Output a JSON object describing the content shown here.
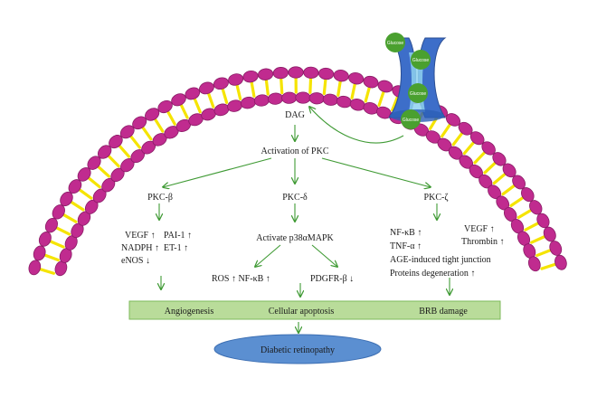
{
  "colors": {
    "membrane_outer": "#c02b8f",
    "membrane_inner": "#8a1c66",
    "lipid_tail": "#f5e400",
    "arrow": "#3f9a34",
    "bar_fill": "#b9dc9a",
    "bar_stroke": "#7dba5b",
    "ellipse_fill": "#5b8fd1",
    "ellipse_stroke": "#3d6fb3",
    "transporter": "#3d6ec9",
    "transporter_core": "#8ed1ee",
    "glucose": "#4aa02f"
  },
  "glucose_label": "Glucose",
  "nodes": {
    "dag": "DAG",
    "activation_pkc": "Activation of PKC",
    "pkc_beta": "PKC-β",
    "pkc_delta": "PKC-δ",
    "pkc_zeta": "PKC-ζ",
    "activate_p38": "Activate p38αMAPK",
    "vegf_left": "VEGF ↑",
    "pai1": "PAI-1 ↑",
    "nadph": "NADPH ↑",
    "et1": "ET-1 ↑",
    "enos": "eNOS ↓",
    "ros": "ROS ↑ NF-κB ↑",
    "pdgfr": "PDGFR-β ↓",
    "nfkb_right": "NF-κB ↑",
    "tnf": "TNF-α ↑",
    "vegf_right": "VEGF ↑",
    "thrombin": "Thrombin ↑",
    "age": "AGE-induced tight junction",
    "proteins": "Proteins degeneration ↑"
  },
  "bar": {
    "angiogenesis": "Angiogenesis",
    "apoptosis": "Cellular apoptosis",
    "brb": "BRB damage"
  },
  "outcome": "Diabetic retinopathy"
}
